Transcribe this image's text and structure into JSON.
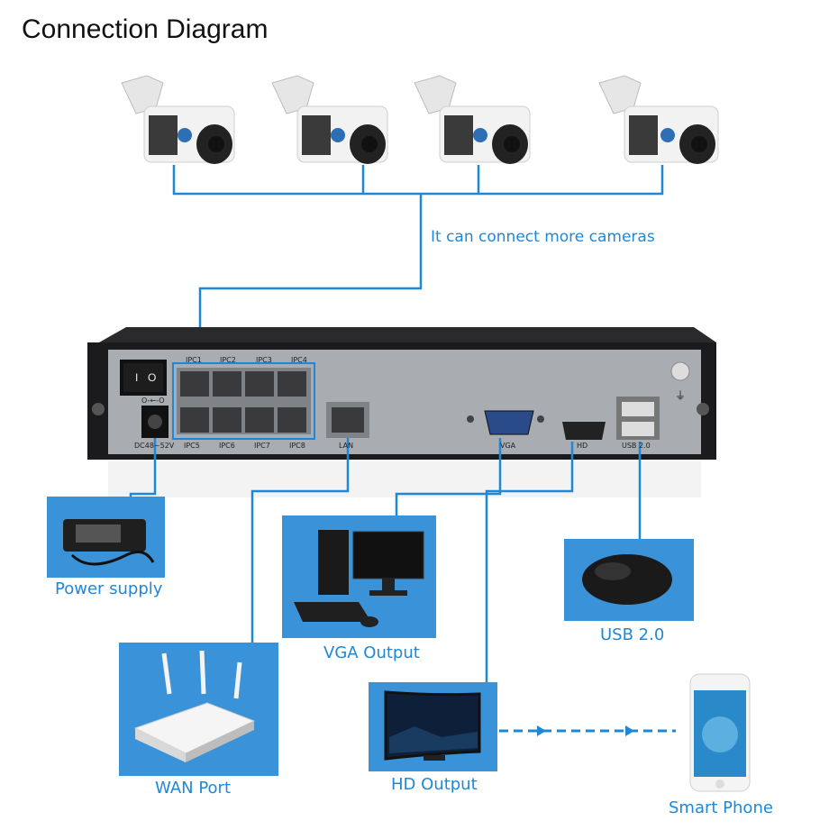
{
  "title": "Connection Diagram",
  "cameras_note": "It can connect more cameras",
  "nvr": {
    "ports_top": [
      "IPC1",
      "IPC2",
      "IPC3",
      "IPC4"
    ],
    "ports_bottom": [
      "IPC5",
      "IPC6",
      "IPC7",
      "IPC8"
    ],
    "power_label": "DC48~52V",
    "lan_label": "LAN",
    "vga_label": "VGA",
    "hd_label": "HD",
    "usb_label": "USB 2.0",
    "switch_on": "I",
    "switch_off": "O",
    "power_symbol": "O-←-O"
  },
  "devices": {
    "power_supply": "Power supply",
    "vga_output": "VGA Output",
    "usb": "USB 2.0",
    "wan_port": "WAN Port",
    "hd_output": "HD Output",
    "smart_phone": "Smart Phone"
  },
  "colors": {
    "line": "#1e88d6",
    "box": "#3a93d8",
    "nvr_body": "#a9acb0",
    "nvr_frame": "#1b1b1d"
  }
}
